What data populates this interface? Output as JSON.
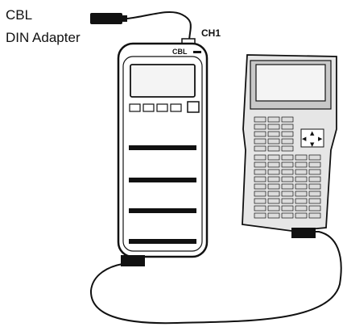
{
  "labels": {
    "adapter_line1": "CBL",
    "adapter_line2": "DIN Adapter",
    "channel": "CH1",
    "unit_logo": "CBL"
  },
  "colors": {
    "line": "#111111",
    "device_fill": "#ffffff",
    "screen_fill": "#f4f4f4",
    "calc_case": "#e6e6e6",
    "calc_screen_bezel": "#c8c8c8",
    "key_fill": "#dcdcdc"
  }
}
